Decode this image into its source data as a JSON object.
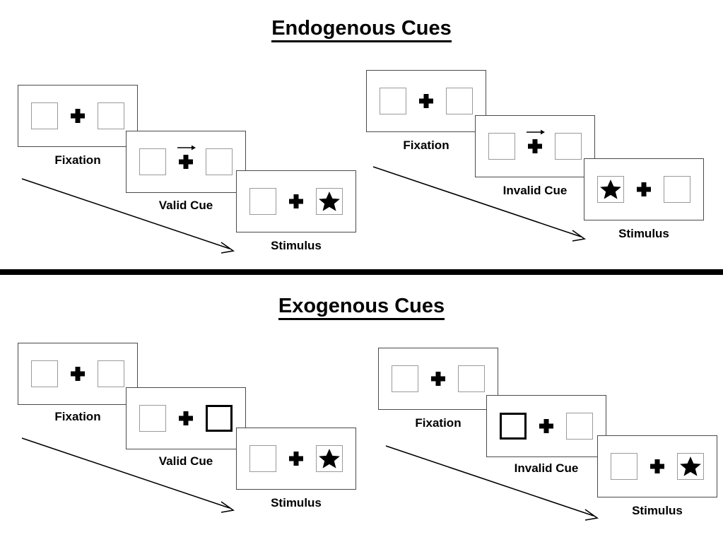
{
  "figure": {
    "sections": [
      {
        "id": "endogenous",
        "title": "Endogenous Cues",
        "trials": [
          {
            "id": "endogenous-valid",
            "panels": [
              {
                "caption": "Fixation",
                "cue_type": "none",
                "left_box": "empty",
                "right_box": "empty",
                "arrow": "none"
              },
              {
                "caption": "Valid Cue",
                "cue_type": "central-arrow",
                "left_box": "empty",
                "right_box": "empty",
                "arrow": "right"
              },
              {
                "caption": "Stimulus",
                "cue_type": "none",
                "left_box": "empty",
                "right_box": "star",
                "arrow": "none"
              }
            ]
          },
          {
            "id": "endogenous-invalid",
            "panels": [
              {
                "caption": "Fixation",
                "cue_type": "none",
                "left_box": "empty",
                "right_box": "empty",
                "arrow": "none"
              },
              {
                "caption": "Invalid Cue",
                "cue_type": "central-arrow",
                "left_box": "empty",
                "right_box": "empty",
                "arrow": "right"
              },
              {
                "caption": "Stimulus",
                "cue_type": "none",
                "left_box": "star",
                "right_box": "empty",
                "arrow": "none"
              }
            ]
          }
        ]
      },
      {
        "id": "exogenous",
        "title": "Exogenous Cues",
        "trials": [
          {
            "id": "exogenous-valid",
            "panels": [
              {
                "caption": "Fixation",
                "cue_type": "none",
                "left_box": "empty",
                "right_box": "empty",
                "arrow": "none"
              },
              {
                "caption": "Valid Cue",
                "cue_type": "peripheral-box",
                "left_box": "empty",
                "right_box": "cued",
                "arrow": "none"
              },
              {
                "caption": "Stimulus",
                "cue_type": "none",
                "left_box": "empty",
                "right_box": "star",
                "arrow": "none"
              }
            ]
          },
          {
            "id": "exogenous-invalid",
            "panels": [
              {
                "caption": "Fixation",
                "cue_type": "none",
                "left_box": "empty",
                "right_box": "empty",
                "arrow": "none"
              },
              {
                "caption": "Invalid Cue",
                "cue_type": "peripheral-box",
                "left_box": "cued",
                "right_box": "empty",
                "arrow": "none"
              },
              {
                "caption": "Stimulus",
                "cue_type": "none",
                "left_box": "empty",
                "right_box": "star",
                "arrow": "none"
              }
            ]
          }
        ]
      }
    ],
    "icons": {
      "fixation_cross": "plus-icon",
      "target": "star-icon",
      "cue": "arrow-right-icon",
      "time": "time-arrow-icon"
    },
    "colors": {
      "background": "#ffffff",
      "ink": "#000000",
      "box_border": "#9a9a9a",
      "panel_border": "#4a4a4a",
      "cued_box_border": "#000000"
    }
  }
}
